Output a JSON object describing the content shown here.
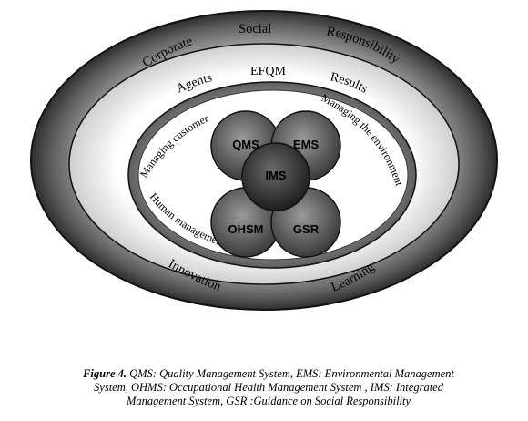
{
  "diagram": {
    "outer_ring": {
      "labels": [
        "Corporate",
        "Social",
        "Responsibility"
      ]
    },
    "middle_ring": {
      "labels": [
        "Agents",
        "EFQM",
        "Results"
      ]
    },
    "inner_region": {
      "labels": [
        "Managing customer",
        "Managing the environment",
        "Human management"
      ]
    },
    "bottom_labels": [
      "Innovation",
      "Learning"
    ],
    "circles": [
      "QMS",
      "EMS",
      "IMS",
      "OHSM",
      "GSR"
    ]
  },
  "caption": {
    "label": "Figure 4.",
    "text": " QMS: Quality Management System, EMS: Environmental Management System, OHMS: Occupational Health Management System , IMS: Integrated Management System, GSR :Guidance on Social Responsibility"
  }
}
